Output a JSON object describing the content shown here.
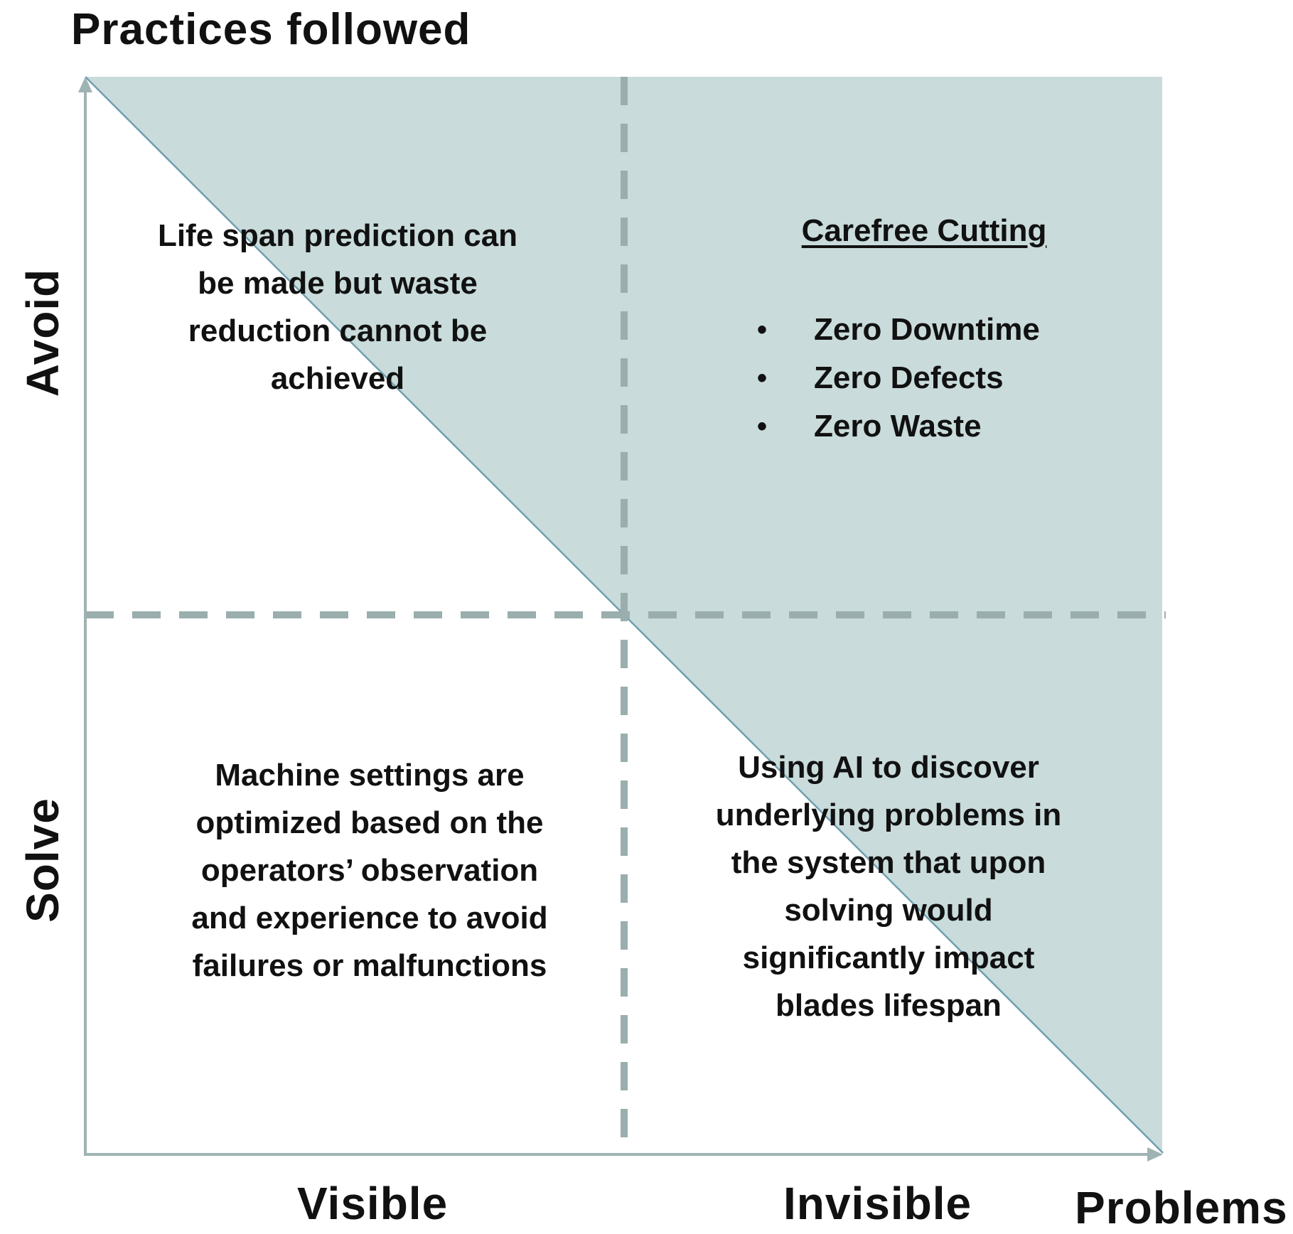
{
  "diagram": {
    "title": "Practices followed",
    "y_axis": {
      "top_label": "Avoid",
      "bottom_label": "Solve"
    },
    "x_axis": {
      "left_label": "Visible",
      "right_label": "Invisible",
      "end_label": "Problems"
    },
    "quadrants": {
      "top_left": {
        "text": "Life span prediction can\nbe made but waste\nreduction cannot be\nachieved"
      },
      "top_right": {
        "title": "Carefree Cutting",
        "bullets": [
          "Zero Downtime",
          "Zero Defects",
          "Zero Waste"
        ]
      },
      "bottom_left": {
        "text": "Machine settings are\noptimized based on the\noperators’ observation\nand experience to avoid\nfailures or malfunctions"
      },
      "bottom_right": {
        "text": "Using AI to discover\nunderlying problems in\nthe system that upon\nsolving would\nsignificantly impact\nblades lifespan"
      }
    },
    "colors": {
      "shade": "#c9dbdb",
      "axis": "#9fb3b3",
      "dashed": "#9aaeae",
      "diagonal": "#6f9fb0"
    }
  }
}
